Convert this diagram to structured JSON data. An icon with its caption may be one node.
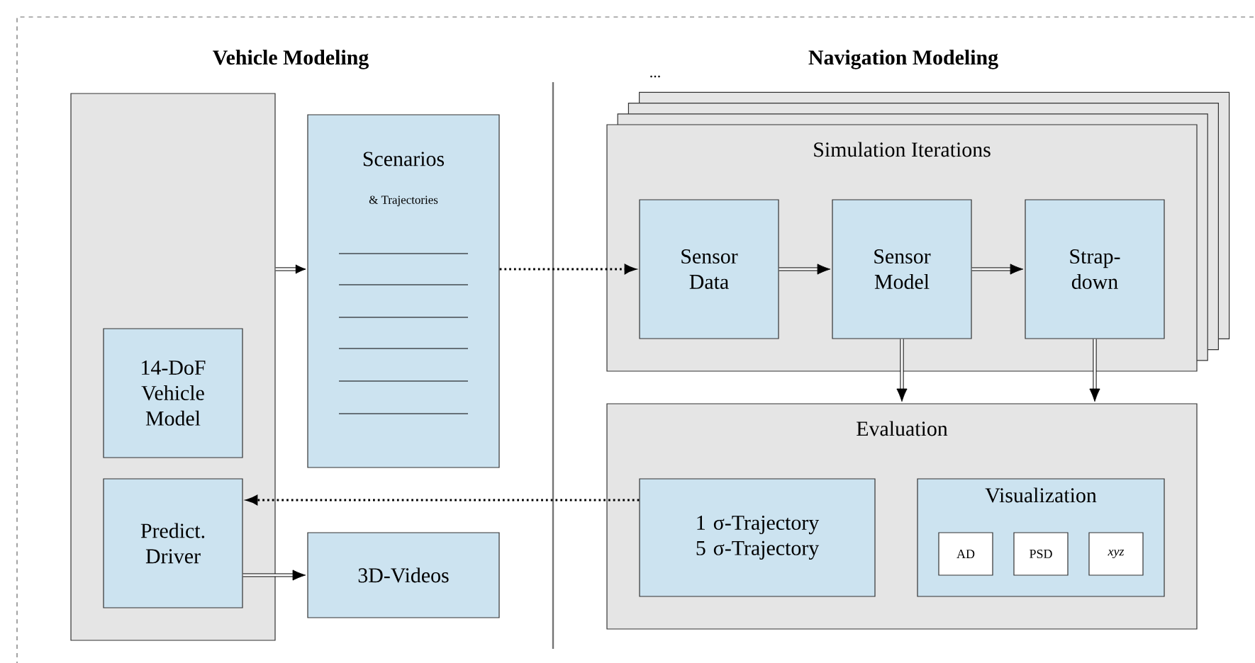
{
  "diagram": {
    "nodes": [
      {
        "text": [],
        "shape": "box"
      },
      {
        "text": [
          "14-DoF Vehicle Model"
        ],
        "in": 0
      },
      {
        "text": [
          "Predict. Driver"
        ],
        "in": 0
      },
      {
        "text": [
          "Scenarios",
          "& Trajectories"
        ]
      },
      {
        "text": [
          "3D-Videos"
        ]
      },
      {
        "text": [
          "Simulation Iterations"
        ]
      },
      {
        "text": [
          "Sensor Data"
        ],
        "in": 5
      },
      {
        "text": [
          "Sensor Model"
        ],
        "in": 5
      },
      {
        "text": [
          "Strap-down"
        ],
        "in": 5
      },
      {
        "text": [
          "Evaluation"
        ]
      },
      {
        "text": [
          "1 σ-Trajectory",
          "5 σ-Trajectory"
        ],
        "in": 9
      },
      {
        "text": [
          "Visualization"
        ],
        "in": 9
      },
      {
        "text": [
          "AD"
        ],
        "in": 11
      },
      {
        "text": [
          "PSD"
        ],
        "in": 11
      },
      {
        "text": [
          "xyz"
        ],
        "in": 11
      }
    ],
    "edges": [
      {
        "from": 0,
        "to": 3,
        "arrow": "to"
      },
      {
        "from": 3,
        "to": 6,
        "arrow": "to",
        "style": "dashed"
      },
      {
        "from": 6,
        "to": 7,
        "arrow": "to"
      },
      {
        "from": 7,
        "to": 8,
        "arrow": "to"
      },
      {
        "from": 7,
        "to": 9,
        "arrow": "to"
      },
      {
        "from": 8,
        "to": 9,
        "arrow": "to"
      },
      {
        "from": 10,
        "to": 2,
        "arrow": "to",
        "style": "dashed"
      },
      {
        "from": 2,
        "to": 4,
        "arrow": "to"
      }
    ],
    "labels": [
      "Vehicle Modeling",
      "Navigation Modeling",
      "..."
    ]
  }
}
